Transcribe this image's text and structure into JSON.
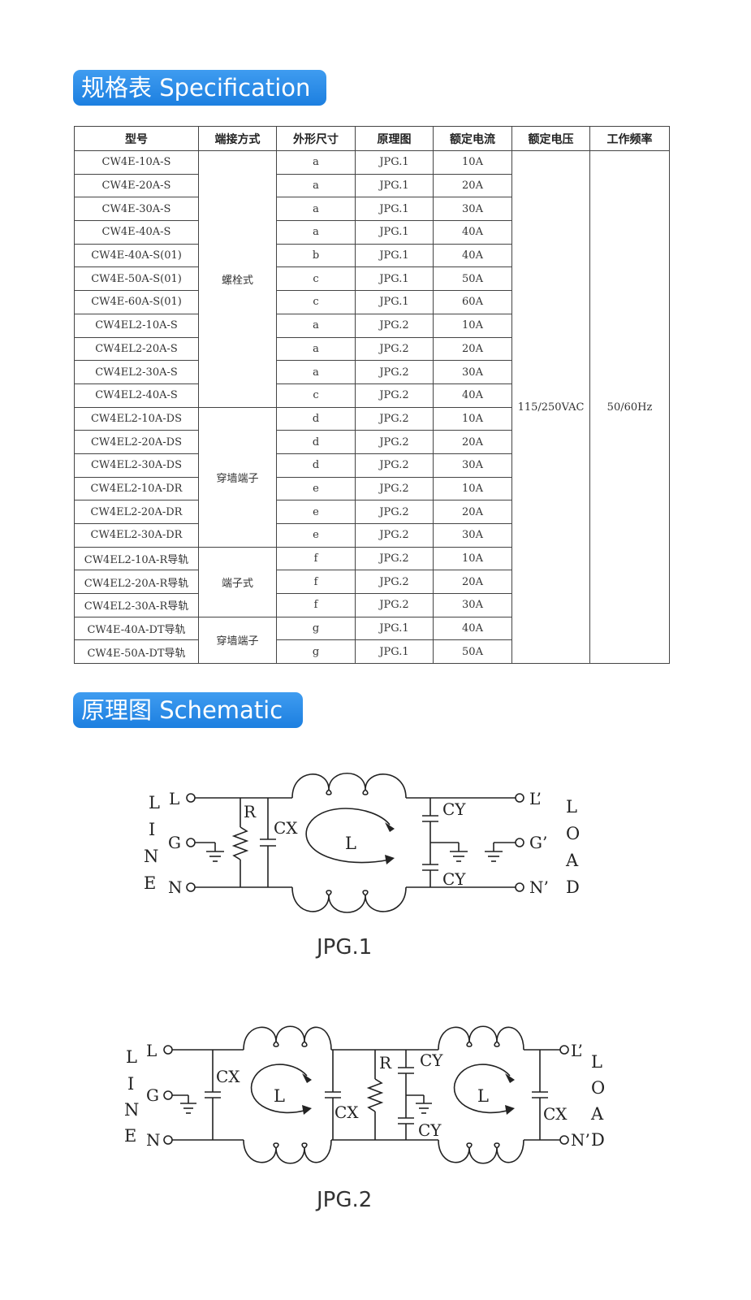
{
  "sections": {
    "spec_title": "规格表 Specification",
    "schem_title": "原理图 Schematic"
  },
  "table": {
    "headers": [
      "型号",
      "端接方式",
      "外形尺寸",
      "原理图",
      "额定电流",
      "额定电压",
      "工作频率"
    ],
    "rows": [
      [
        "CW4E-10A-S",
        "a",
        "JPG.1",
        "10A"
      ],
      [
        "CW4E-20A-S",
        "a",
        "JPG.1",
        "20A"
      ],
      [
        "CW4E-30A-S",
        "a",
        "JPG.1",
        "30A"
      ],
      [
        "CW4E-40A-S",
        "a",
        "JPG.1",
        "40A"
      ],
      [
        "CW4E-40A-S(01)",
        "b",
        "JPG.1",
        "40A"
      ],
      [
        "CW4E-50A-S(01)",
        "c",
        "JPG.1",
        "50A"
      ],
      [
        "CW4E-60A-S(01)",
        "c",
        "JPG.1",
        "60A"
      ],
      [
        "CW4EL2-10A-S",
        "a",
        "JPG.2",
        "10A"
      ],
      [
        "CW4EL2-20A-S",
        "a",
        "JPG.2",
        "20A"
      ],
      [
        "CW4EL2-30A-S",
        "a",
        "JPG.2",
        "30A"
      ],
      [
        "CW4EL2-40A-S",
        "c",
        "JPG.2",
        "40A"
      ],
      [
        "CW4EL2-10A-DS",
        "d",
        "JPG.2",
        "10A"
      ],
      [
        "CW4EL2-20A-DS",
        "d",
        "JPG.2",
        "20A"
      ],
      [
        "CW4EL2-30A-DS",
        "d",
        "JPG.2",
        "30A"
      ],
      [
        "CW4EL2-10A-DR",
        "e",
        "JPG.2",
        "10A"
      ],
      [
        "CW4EL2-20A-DR",
        "e",
        "JPG.2",
        "20A"
      ],
      [
        "CW4EL2-30A-DR",
        "e",
        "JPG.2",
        "30A"
      ],
      [
        "CW4EL2-10A-R导轨",
        "f",
        "JPG.2",
        "10A"
      ],
      [
        "CW4EL2-20A-R导轨",
        "f",
        "JPG.2",
        "20A"
      ],
      [
        "CW4EL2-30A-R导轨",
        "f",
        "JPG.2",
        "30A"
      ],
      [
        "CW4E-40A-DT导轨",
        "g",
        "JPG.1",
        "40A"
      ],
      [
        "CW4E-50A-DT导轨",
        "g",
        "JPG.1",
        "50A"
      ]
    ],
    "termination_groups": [
      {
        "label": "螺栓式",
        "rows": 11
      },
      {
        "label": "穿墙端子",
        "rows": 6
      },
      {
        "label": "端子式",
        "rows": 3
      },
      {
        "label": "穿墙端子",
        "rows": 2
      }
    ],
    "rated_voltage": "115/250VAC",
    "frequency": "50/60Hz"
  },
  "schematic1": {
    "caption": "JPG.1",
    "line_letters": [
      "L",
      "I",
      "N",
      "E"
    ],
    "load_letters": [
      "L",
      "O",
      "A",
      "D"
    ],
    "in_terminals": [
      "L",
      "G",
      "N"
    ],
    "out_terminals": [
      "L’",
      "G’",
      "N’"
    ],
    "r_label": "R",
    "cx_label": "CX",
    "l_label": "L",
    "cy_top": "CY",
    "cy_bottom": "CY"
  },
  "schematic2": {
    "caption": "JPG.2",
    "line_letters": [
      "L",
      "I",
      "N",
      "E"
    ],
    "load_letters": [
      "L",
      "O",
      "A",
      "D"
    ],
    "in_terminals": [
      "L",
      "G",
      "N"
    ],
    "out_terminals": [
      "L’",
      "N’"
    ],
    "cx1": "CX",
    "l1": "L",
    "cx2": "CX",
    "r_label": "R",
    "cy_top": "CY",
    "cy_bottom": "CY",
    "l2": "L",
    "cx3": "CX"
  }
}
